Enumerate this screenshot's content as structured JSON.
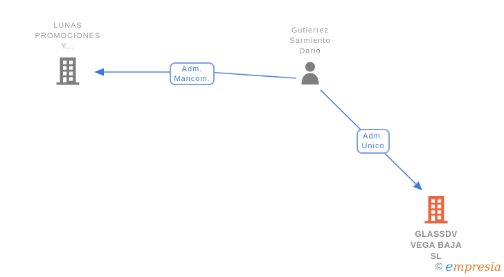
{
  "diagram": {
    "nodes": {
      "lunas": {
        "line1": "LUNAS",
        "line2": "PROMOCIONES",
        "line3": "Y...",
        "icon": "building-icon",
        "icon_color": "#7e7e7e"
      },
      "gutierrez": {
        "line1": "Gutierrez",
        "line2": "Sarmiento",
        "line3": "Dario",
        "icon": "person-icon",
        "icon_color": "#7e7e7e"
      },
      "glassdv": {
        "line1": "GLASSDV",
        "line2": "VEGA BAJA",
        "line3": "SL",
        "icon": "building-icon",
        "icon_color": "#f2633c"
      }
    },
    "edges": {
      "mancom": {
        "line1": "Adm.",
        "line2": "Mancom."
      },
      "unico": {
        "line1": "Adm.",
        "line2": "Unico"
      }
    }
  },
  "watermark": {
    "copyright": "©",
    "brand_initial": "e",
    "brand_rest": "mpresia"
  },
  "colors": {
    "edge_line": "#4e84e6",
    "edge_arrowhead": "#3e78de",
    "edge_label_text": "#4477db",
    "edge_label_border": "#7ca1e6",
    "node_text_gray": "#9b9b9b",
    "company_text_bold": "#8a8a8a",
    "icon_gray": "#7e7e7e",
    "icon_orange": "#f2633c",
    "brand_blue": "#2e9bc6",
    "brand_orange": "#e87e23",
    "copyright_teal": "#4a7c96"
  }
}
